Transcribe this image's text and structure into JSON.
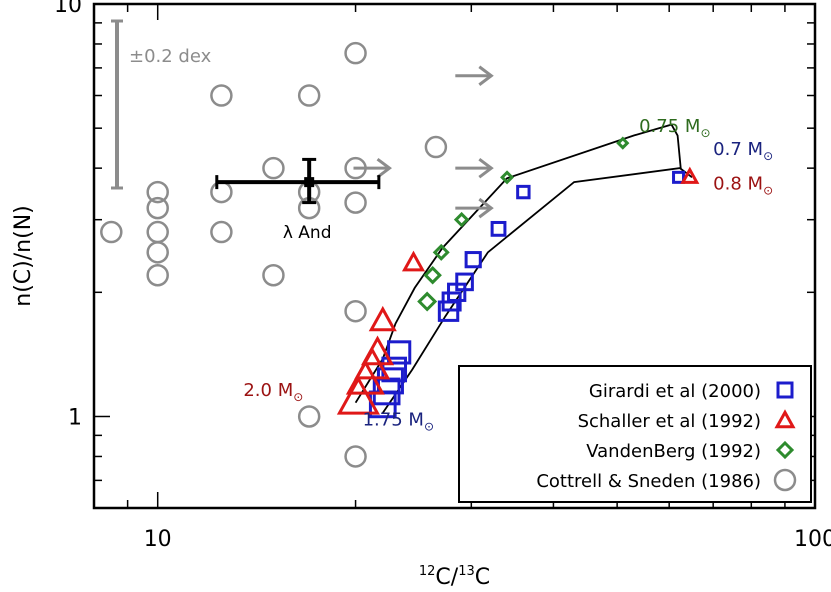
{
  "chart_data": {
    "type": "scatter",
    "xlabel": {
      "sup1": "12",
      "base1": "C/",
      "sup2": "13",
      "base2": "C"
    },
    "ylabel": "n(C)/n(N)",
    "x_scale": "log",
    "y_scale": "log",
    "xlim": [
      8.0,
      100
    ],
    "ylim": [
      0.6,
      10
    ],
    "x_tick_labels": [
      {
        "value": 10,
        "label": "10"
      },
      {
        "value": 100,
        "label": "100"
      }
    ],
    "y_tick_labels": [
      {
        "value": 1,
        "label": "1"
      },
      {
        "value": 10,
        "label": "10"
      }
    ],
    "colors": {
      "girardi": "#1c1ccc",
      "schaller": "#e01818",
      "vandenberg": "#2e8b2e",
      "cottrell": "#8c8c8c",
      "star": "#000000",
      "mass_label_low": "#1a237e",
      "mass_label_red": "#9b1212",
      "mass_label_green": "#2e6b1e"
    },
    "legend": {
      "position": "bottom-right",
      "entries": [
        {
          "label": "Girardi et al (2000)",
          "marker": "square",
          "color": "#1c1ccc"
        },
        {
          "label": "Schaller et al (1992)",
          "marker": "triangle",
          "color": "#e01818"
        },
        {
          "label": "VandenBerg (1992)",
          "marker": "diamond",
          "color": "#2e8b2e"
        },
        {
          "label": "Cottrell & Sneden (1986)",
          "marker": "circle",
          "color": "#8c8c8c"
        }
      ]
    },
    "dex_bar": {
      "label": "±0.2 dex"
    },
    "star": {
      "label": "λ And",
      "x": 17.0,
      "y": 3.7,
      "xerr": [
        12.3,
        21.7
      ],
      "yerr": [
        3.3,
        4.2
      ]
    },
    "series": [
      {
        "name": "Cottrell & Sneden (1986)",
        "marker": "circle",
        "points": [
          [
            8.5,
            2.8
          ],
          [
            10.0,
            3.5
          ],
          [
            10.0,
            3.2
          ],
          [
            10.0,
            2.8
          ],
          [
            10.0,
            2.5
          ],
          [
            10.0,
            2.2
          ],
          [
            12.5,
            6.0
          ],
          [
            12.5,
            3.5
          ],
          [
            12.5,
            2.8
          ],
          [
            15.0,
            4.0
          ],
          [
            15.0,
            2.2
          ],
          [
            17.0,
            6.0
          ],
          [
            17.0,
            3.5
          ],
          [
            17.0,
            3.2
          ],
          [
            20.0,
            7.6
          ],
          [
            20.0,
            4.0
          ],
          [
            20.0,
            3.3
          ],
          [
            20.0,
            1.8
          ],
          [
            20.0,
            0.8
          ],
          [
            17.0,
            1.0
          ],
          [
            26.5,
            4.5
          ]
        ],
        "lower_limit_points": [
          [
            21.0,
            4.0
          ],
          [
            30.0,
            6.7
          ],
          [
            30.0,
            4.0
          ],
          [
            30.0,
            3.2
          ]
        ]
      },
      {
        "name": "Girardi et al (2000)",
        "marker": "square",
        "points": [
          [
            22.0,
            1.07
          ],
          [
            22.3,
            1.15
          ],
          [
            22.6,
            1.22
          ],
          [
            22.9,
            1.3
          ],
          [
            23.3,
            1.43
          ],
          [
            27.7,
            1.8
          ],
          [
            28.0,
            1.9
          ],
          [
            28.5,
            2.0
          ],
          [
            29.3,
            2.12
          ],
          [
            30.2,
            2.4
          ],
          [
            33.0,
            2.85
          ],
          [
            36.0,
            3.5
          ],
          [
            62.0,
            3.8
          ]
        ],
        "mass_sizes": [
          1.75,
          1.75,
          1.7,
          1.6,
          1.5,
          1.3,
          1.2,
          1.15,
          1.1,
          1.0,
          0.9,
          0.8,
          0.7
        ]
      },
      {
        "name": "Schaller et al (1992)",
        "marker": "triangle",
        "points": [
          [
            20.2,
            1.1
          ],
          [
            20.7,
            1.22
          ],
          [
            21.2,
            1.32
          ],
          [
            21.6,
            1.42
          ],
          [
            22.0,
            1.7
          ],
          [
            24.5,
            2.35
          ],
          [
            64.5,
            3.8
          ]
        ],
        "mass_sizes": [
          2.0,
          1.8,
          1.65,
          1.5,
          1.25,
          1.0,
          0.8
        ]
      },
      {
        "name": "VandenBerg (1992)",
        "marker": "diamond",
        "points": [
          [
            25.7,
            1.9
          ],
          [
            26.2,
            2.2
          ],
          [
            27.0,
            2.5
          ],
          [
            29.0,
            3.0
          ],
          [
            34.0,
            3.8
          ],
          [
            51.0,
            4.6
          ]
        ],
        "mass_sizes": [
          1.2,
          1.1,
          1.0,
          0.9,
          0.8,
          0.75
        ]
      }
    ],
    "envelope_curves": [
      [
        [
          22.0,
          1.02
        ],
        [
          24.4,
          1.3
        ],
        [
          27.4,
          1.75
        ],
        [
          31.8,
          2.5
        ],
        [
          43.0,
          3.7
        ],
        [
          62.3,
          4.0
        ],
        [
          65.0,
          3.8
        ]
      ],
      [
        [
          20.0,
          1.08
        ],
        [
          22.0,
          1.38
        ],
        [
          23.0,
          1.68
        ],
        [
          24.6,
          2.05
        ],
        [
          27.1,
          2.56
        ],
        [
          34.0,
          3.78
        ],
        [
          53.0,
          4.8
        ],
        [
          60.5,
          5.1
        ],
        [
          61.8,
          4.8
        ],
        [
          62.5,
          3.98
        ]
      ]
    ],
    "mass_labels": [
      {
        "text": "0.75 M",
        "x": 54.0,
        "y": 4.9,
        "color": "#2e6b1e"
      },
      {
        "text": "0.7 M",
        "x": 70.0,
        "y": 4.3,
        "color": "#1a237e"
      },
      {
        "text": "0.8 M",
        "x": 70.0,
        "y": 3.55,
        "color": "#9b1212"
      },
      {
        "text": "2.0 M",
        "x": 13.5,
        "y": 1.12,
        "color": "#9b1212"
      },
      {
        "text": "1.75 M",
        "x": 20.5,
        "y": 0.95,
        "color": "#1a237e"
      }
    ]
  }
}
